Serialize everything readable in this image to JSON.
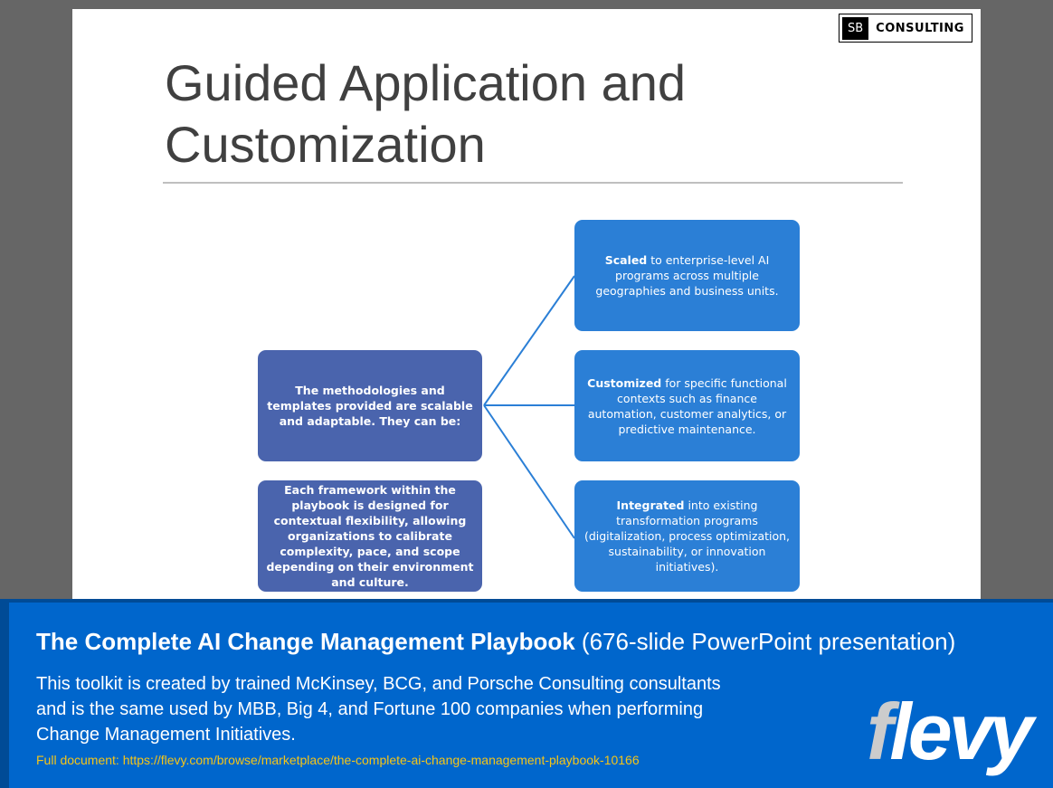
{
  "slide": {
    "logo": {
      "sb": "SB",
      "consulting": "CONSULTING"
    },
    "title": "Guided Application and Customization",
    "left_boxes": [
      "The methodologies and templates provided are scalable and adaptable. They can be:",
      "Each framework within the playbook is designed for contextual flexibility, allowing organizations to calibrate complexity, pace, and scope depending on their environment and culture."
    ],
    "right_boxes": [
      {
        "bold": "Scaled",
        "text": " to enterprise-level AI programs across multiple geographies and business units."
      },
      {
        "bold": "Customized",
        "text": " for specific functional contexts such as finance automation, customer analytics, or predictive maintenance."
      },
      {
        "bold": "Integrated",
        "text": " into existing transformation programs (digitalization, process optimization, sustainability, or innovation initiatives)."
      }
    ]
  },
  "banner": {
    "title": "The Complete AI Change Management Playbook",
    "title_suffix": " (676-slide PowerPoint presentation)",
    "description": "This toolkit is created by trained McKinsey, BCG, and Porsche Consulting consultants and is the same used by MBB, Big 4, and Fortune 100 companies when performing Change Management Initiatives.",
    "link": "Full document: https://flevy.com/browse/marketplace/the-complete-ai-change-management-playbook-10166",
    "brand_f": "f",
    "brand_rest": "levy"
  },
  "colors": {
    "banner": "#0066cc",
    "left_box": "#4a64ad",
    "right_box": "#2b7fd6",
    "link": "#f5c518"
  }
}
